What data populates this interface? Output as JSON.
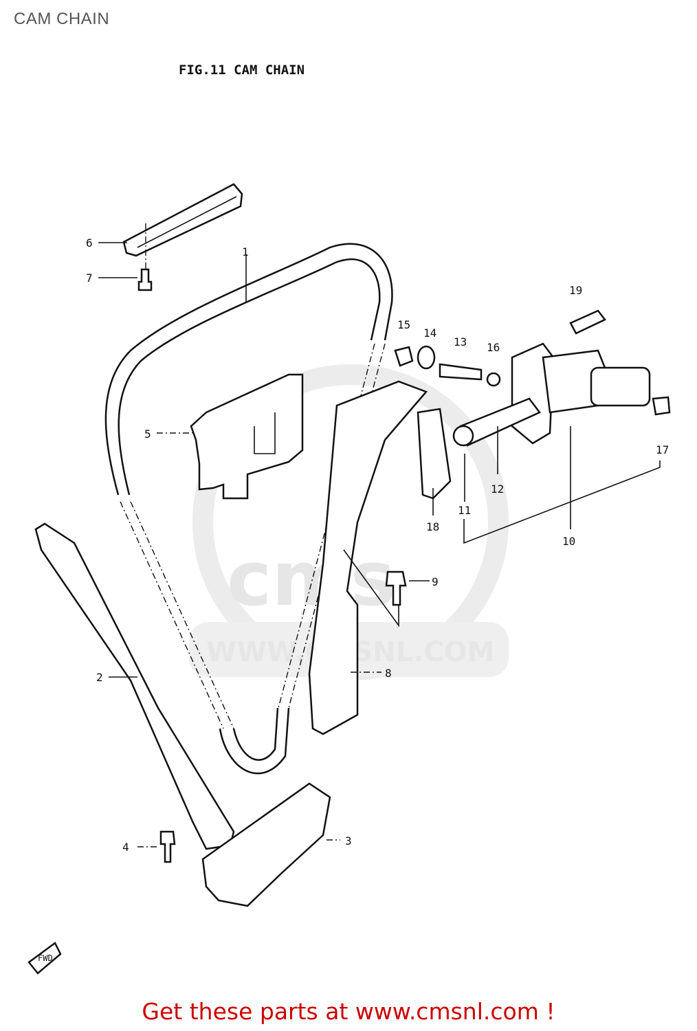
{
  "page_title": "CAM CHAIN",
  "figure_title": "FIG.11  CAM CHAIN",
  "fwd_marker": "FWD",
  "watermark": {
    "logo_text": "cms",
    "url_text": "WWW.CMSNL.COM"
  },
  "callouts": [
    {
      "id": "c1",
      "label": "1"
    },
    {
      "id": "c2",
      "label": "2"
    },
    {
      "id": "c3",
      "label": "3"
    },
    {
      "id": "c4",
      "label": "4"
    },
    {
      "id": "c5",
      "label": "5"
    },
    {
      "id": "c6",
      "label": "6"
    },
    {
      "id": "c7",
      "label": "7"
    },
    {
      "id": "c8",
      "label": "8"
    },
    {
      "id": "c9",
      "label": "9"
    },
    {
      "id": "c10",
      "label": "10"
    },
    {
      "id": "c11",
      "label": "11"
    },
    {
      "id": "c12",
      "label": "12"
    },
    {
      "id": "c13",
      "label": "13"
    },
    {
      "id": "c14",
      "label": "14"
    },
    {
      "id": "c15",
      "label": "15"
    },
    {
      "id": "c16",
      "label": "16"
    },
    {
      "id": "c17",
      "label": "17"
    },
    {
      "id": "c18",
      "label": "18"
    },
    {
      "id": "c19",
      "label": "19"
    }
  ],
  "footer_text": "Get these parts at www.cmsnl.com !",
  "colors": {
    "footer": "#cc0000",
    "title": "#555555",
    "watermark": "#e6e6e6",
    "lines": "#111111"
  }
}
